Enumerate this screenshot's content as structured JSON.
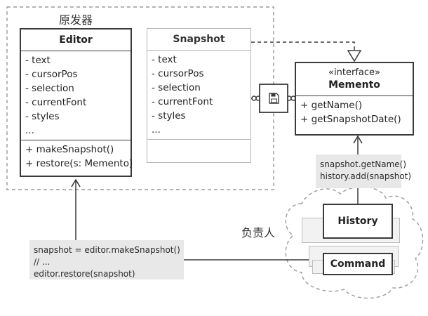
{
  "labels": {
    "originator": "原发器",
    "caretaker": "负责人"
  },
  "editor": {
    "title": "Editor",
    "fields": [
      "- text",
      "- cursorPos",
      "- selection",
      "- currentFont",
      "- styles",
      "..."
    ],
    "methods": [
      "+ makeSnapshot()",
      "+ restore(s: Memento)"
    ]
  },
  "snapshot": {
    "title": "Snapshot",
    "fields": [
      "- text",
      "- cursorPos",
      "- selection",
      "- currentFont",
      "- styles",
      "..."
    ]
  },
  "memento": {
    "stereotype": "«interface»",
    "title": "Memento",
    "methods": [
      "+ getName()",
      "+ getSnapshotDate()"
    ]
  },
  "history": {
    "title": "History"
  },
  "command": {
    "title": "Command"
  },
  "notes": {
    "history_note": [
      "snapshot.getName()",
      "history.add(snapshot)"
    ],
    "command_note": [
      "snapshot = editor.makeSnapshot()",
      "// ...",
      "editor.restore(snapshot)"
    ]
  },
  "icons": {
    "save": "floppy-disk-icon"
  }
}
